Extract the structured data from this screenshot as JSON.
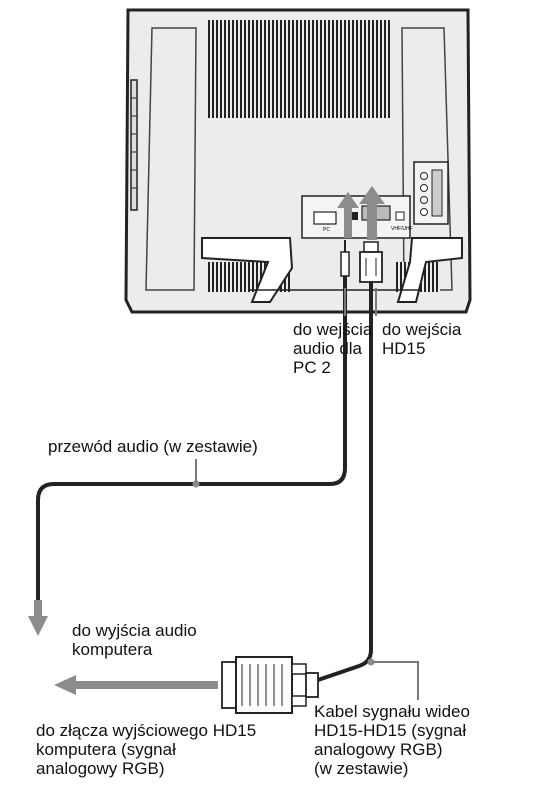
{
  "labels": {
    "audio_input_pc2": "do wejścia\naudio dla\nPC 2",
    "hd15_input": "do wejścia\nHD15",
    "audio_cable": "przewód audio (w zestawie)",
    "computer_audio_output": "do wyjścia audio\nkomputera",
    "video_cable": "Kabel sygnału wideo\nHD15-HD15 (sygnał\nanalogowy RGB)\n(w zestawie)",
    "computer_hd15_output": "do złącza wyjściowego HD15\nkomputera (sygnał\nanalogowy RGB)"
  },
  "panel_labels": {
    "pc_port": "PC",
    "antenna": "VHF/UHF"
  },
  "colors": {
    "arrow_gray": "#8c8c8c",
    "cable": "#222222",
    "leader": "#7a7a7a",
    "monitor_fill": "#ececec",
    "monitor_stroke": "#222222"
  }
}
